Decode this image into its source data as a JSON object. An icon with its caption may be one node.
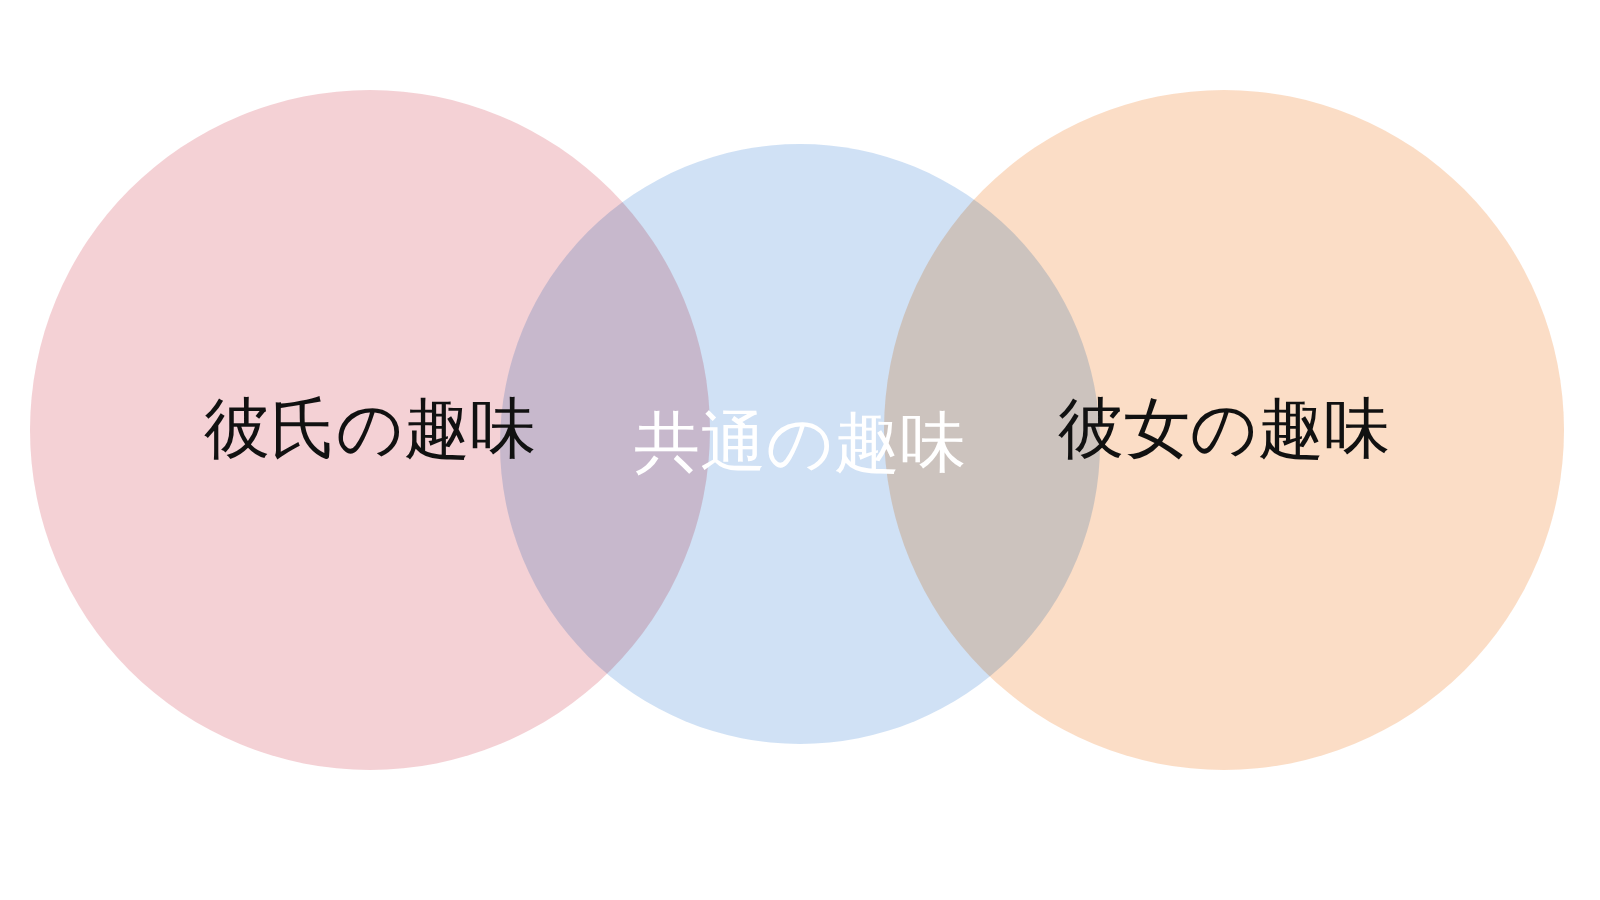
{
  "diagram": {
    "nodes": [
      {
        "text": [
          "彼氏の趣味"
        ]
      },
      {
        "text": [
          "共通の趣味"
        ]
      },
      {
        "text": [
          "彼女の趣味"
        ]
      }
    ]
  }
}
